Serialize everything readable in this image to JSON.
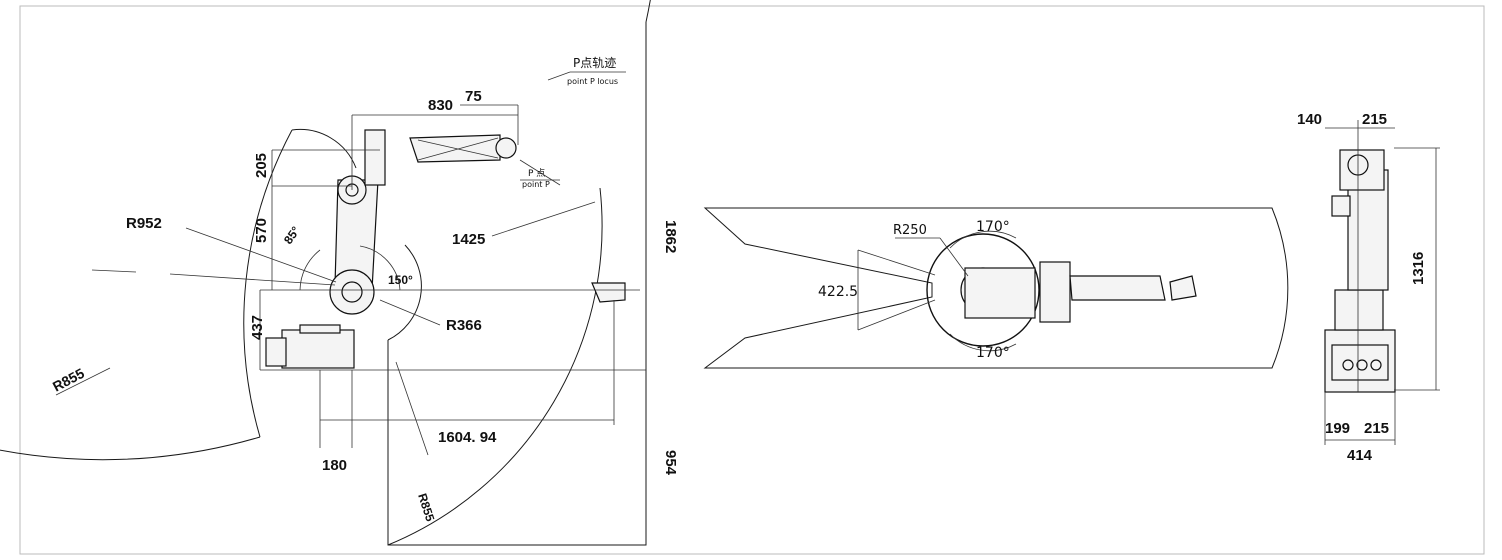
{
  "drawing": {
    "side_view": {
      "locus_cn": "P点轨迹",
      "locus_en": "point P locus",
      "p_cn": "P 点",
      "p_en": "point P",
      "dim_830": "830",
      "dim_75": "75",
      "dim_205": "205",
      "dim_570": "570",
      "dim_437": "437",
      "dim_180": "180",
      "dim_1604": "1604. 94",
      "dim_1862": "1862",
      "dim_954": "954",
      "dim_1425": "1425",
      "radius_952": "R952",
      "radius_855_left": "R855",
      "radius_855_bottom": "R855",
      "radius_366": "R366",
      "angle_85": "85°",
      "angle_150": "150°"
    },
    "top_view": {
      "radius_250": "R250",
      "angle_top": "170°",
      "angle_bottom": "170°",
      "dim_422": "422.5"
    },
    "front_view": {
      "dim_140": "140",
      "dim_215_top": "215",
      "dim_1316": "1316",
      "dim_199": "199",
      "dim_215_bottom": "215",
      "dim_414": "414"
    }
  }
}
